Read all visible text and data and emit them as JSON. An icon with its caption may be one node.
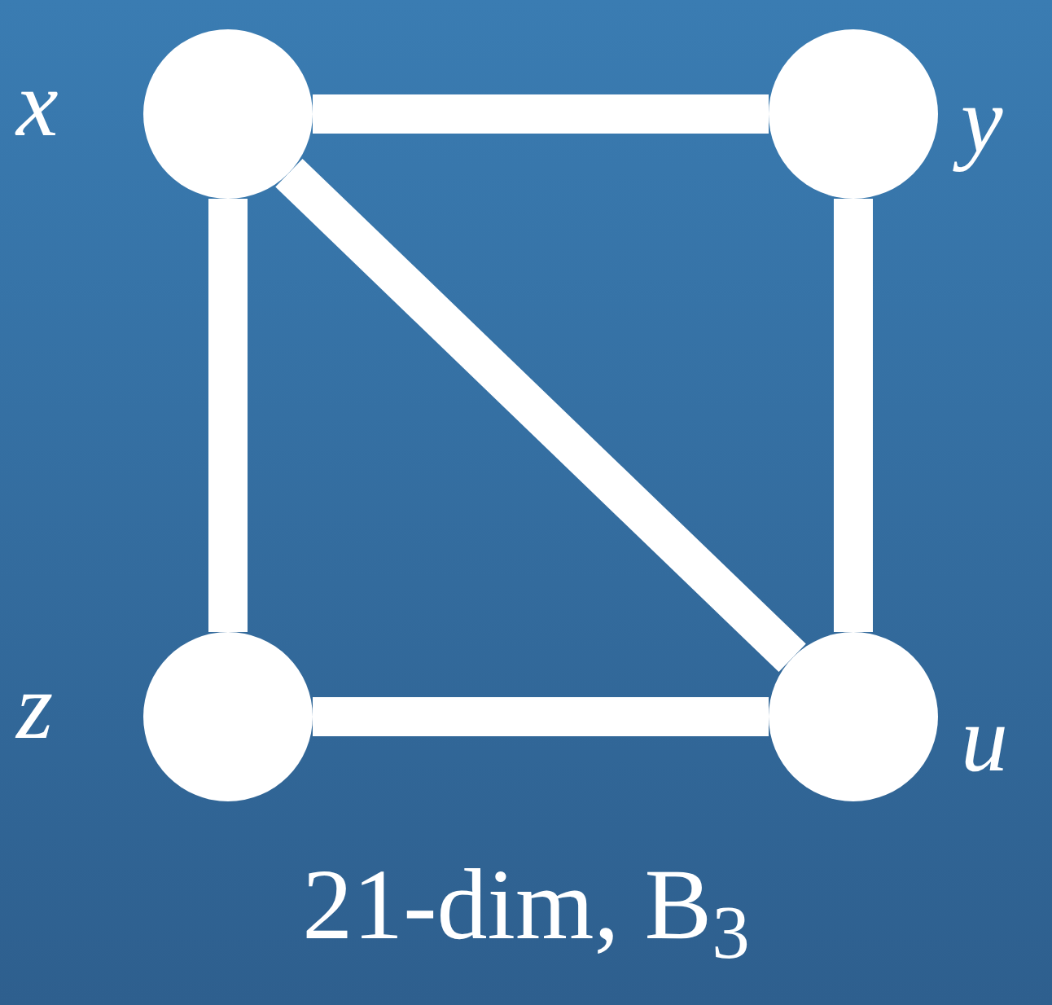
{
  "diagram": {
    "nodes": [
      {
        "text": [],
        "shape": "circle",
        "beside": [
          "x"
        ]
      },
      {
        "text": [],
        "shape": "circle",
        "beside": [
          "y"
        ]
      },
      {
        "text": [],
        "shape": "circle",
        "beside": [
          "z"
        ]
      },
      {
        "text": [],
        "shape": "circle",
        "beside": [
          "u"
        ]
      }
    ],
    "edges": [
      {
        "from": 0,
        "to": 1,
        "arrow": "none"
      },
      {
        "from": 0,
        "to": 2,
        "arrow": "none"
      },
      {
        "from": 0,
        "to": 3,
        "arrow": "none"
      },
      {
        "from": 1,
        "to": 3,
        "arrow": "none"
      },
      {
        "from": 2,
        "to": 3,
        "arrow": "none"
      }
    ],
    "caption": "21-dim, B$_{3}$"
  }
}
